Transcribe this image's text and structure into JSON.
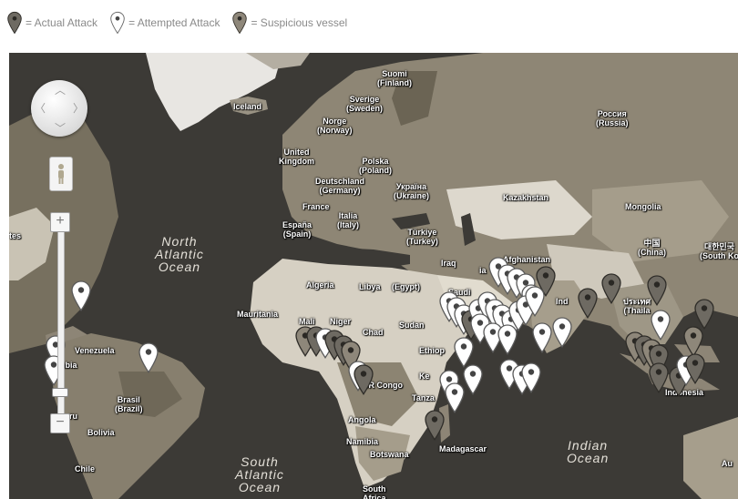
{
  "legend": {
    "actual_label": "= Actual Attack",
    "attempted_label": "= Attempted Attack",
    "suspicious_label": "= Suspicious vessel"
  },
  "colors": {
    "actual": "#6e6a62",
    "attempted": "#ffffff",
    "suspicious": "#8e877a",
    "ocean": "#3c3a36",
    "land": "#8d8576"
  },
  "map": {
    "countries": {
      "suomi": "Suomi\n(Finland)",
      "sverige": "Sverige\n(Sweden)",
      "iceland": "Iceland",
      "norge": "Norge\n(Norway)",
      "russia": "Россия\n(Russia)",
      "uk": "United\nKingdom",
      "poland": "Polska\n(Poland)",
      "germany": "Deutschland\n(Germany)",
      "ukraine": "Україна\n(Ukraine)",
      "france": "France",
      "italy": "Italia\n(Italy)",
      "spain": "España\n(Spain)",
      "turkey": "Türkiye\n(Turkey)",
      "kazakhstan": "Kazakhstan",
      "mongolia": "Mongolia",
      "china": "中国\n(China)",
      "south_korea": "대한민국\n(South Ko",
      "afghanistan": "Afghanistan",
      "iraq": "Iraq",
      "saudi": "Saudi",
      "algeria": "Algeria",
      "libya": "Libya",
      "egypt": "(Egypt)",
      "mauritania": "Mauritania",
      "mali": "Mali",
      "niger": "Niger",
      "chad": "Chad",
      "sudan": "Sudan",
      "ethiopia": "Ethiop",
      "ind": "Ind",
      "thailand": "ประเทศ\n(Thaila",
      "venezuela": "Venezuela",
      "colombia": "ombia",
      "brazil": "Brasil\n(Brazil)",
      "bolivia": "Bolivia",
      "peru": "ru",
      "chile": "Chile",
      "dr_congo": "DR Congo",
      "kenya": "Ke",
      "tanzania": "Tanza",
      "angola": "Angola",
      "namibia": "Namibia",
      "botswana": "Botswana",
      "madagascar": "Madagascar",
      "south_africa": "South\nAfrica",
      "indonesia": "Indonesia",
      "aus": "Au",
      "tes": "tes",
      "ia": "ia"
    },
    "oceans": {
      "north_atlantic": "North\nAtlantic\nOcean",
      "south_atlantic": "South\nAtlantic\nOcean",
      "indian": "Indian\nOcean"
    }
  }
}
